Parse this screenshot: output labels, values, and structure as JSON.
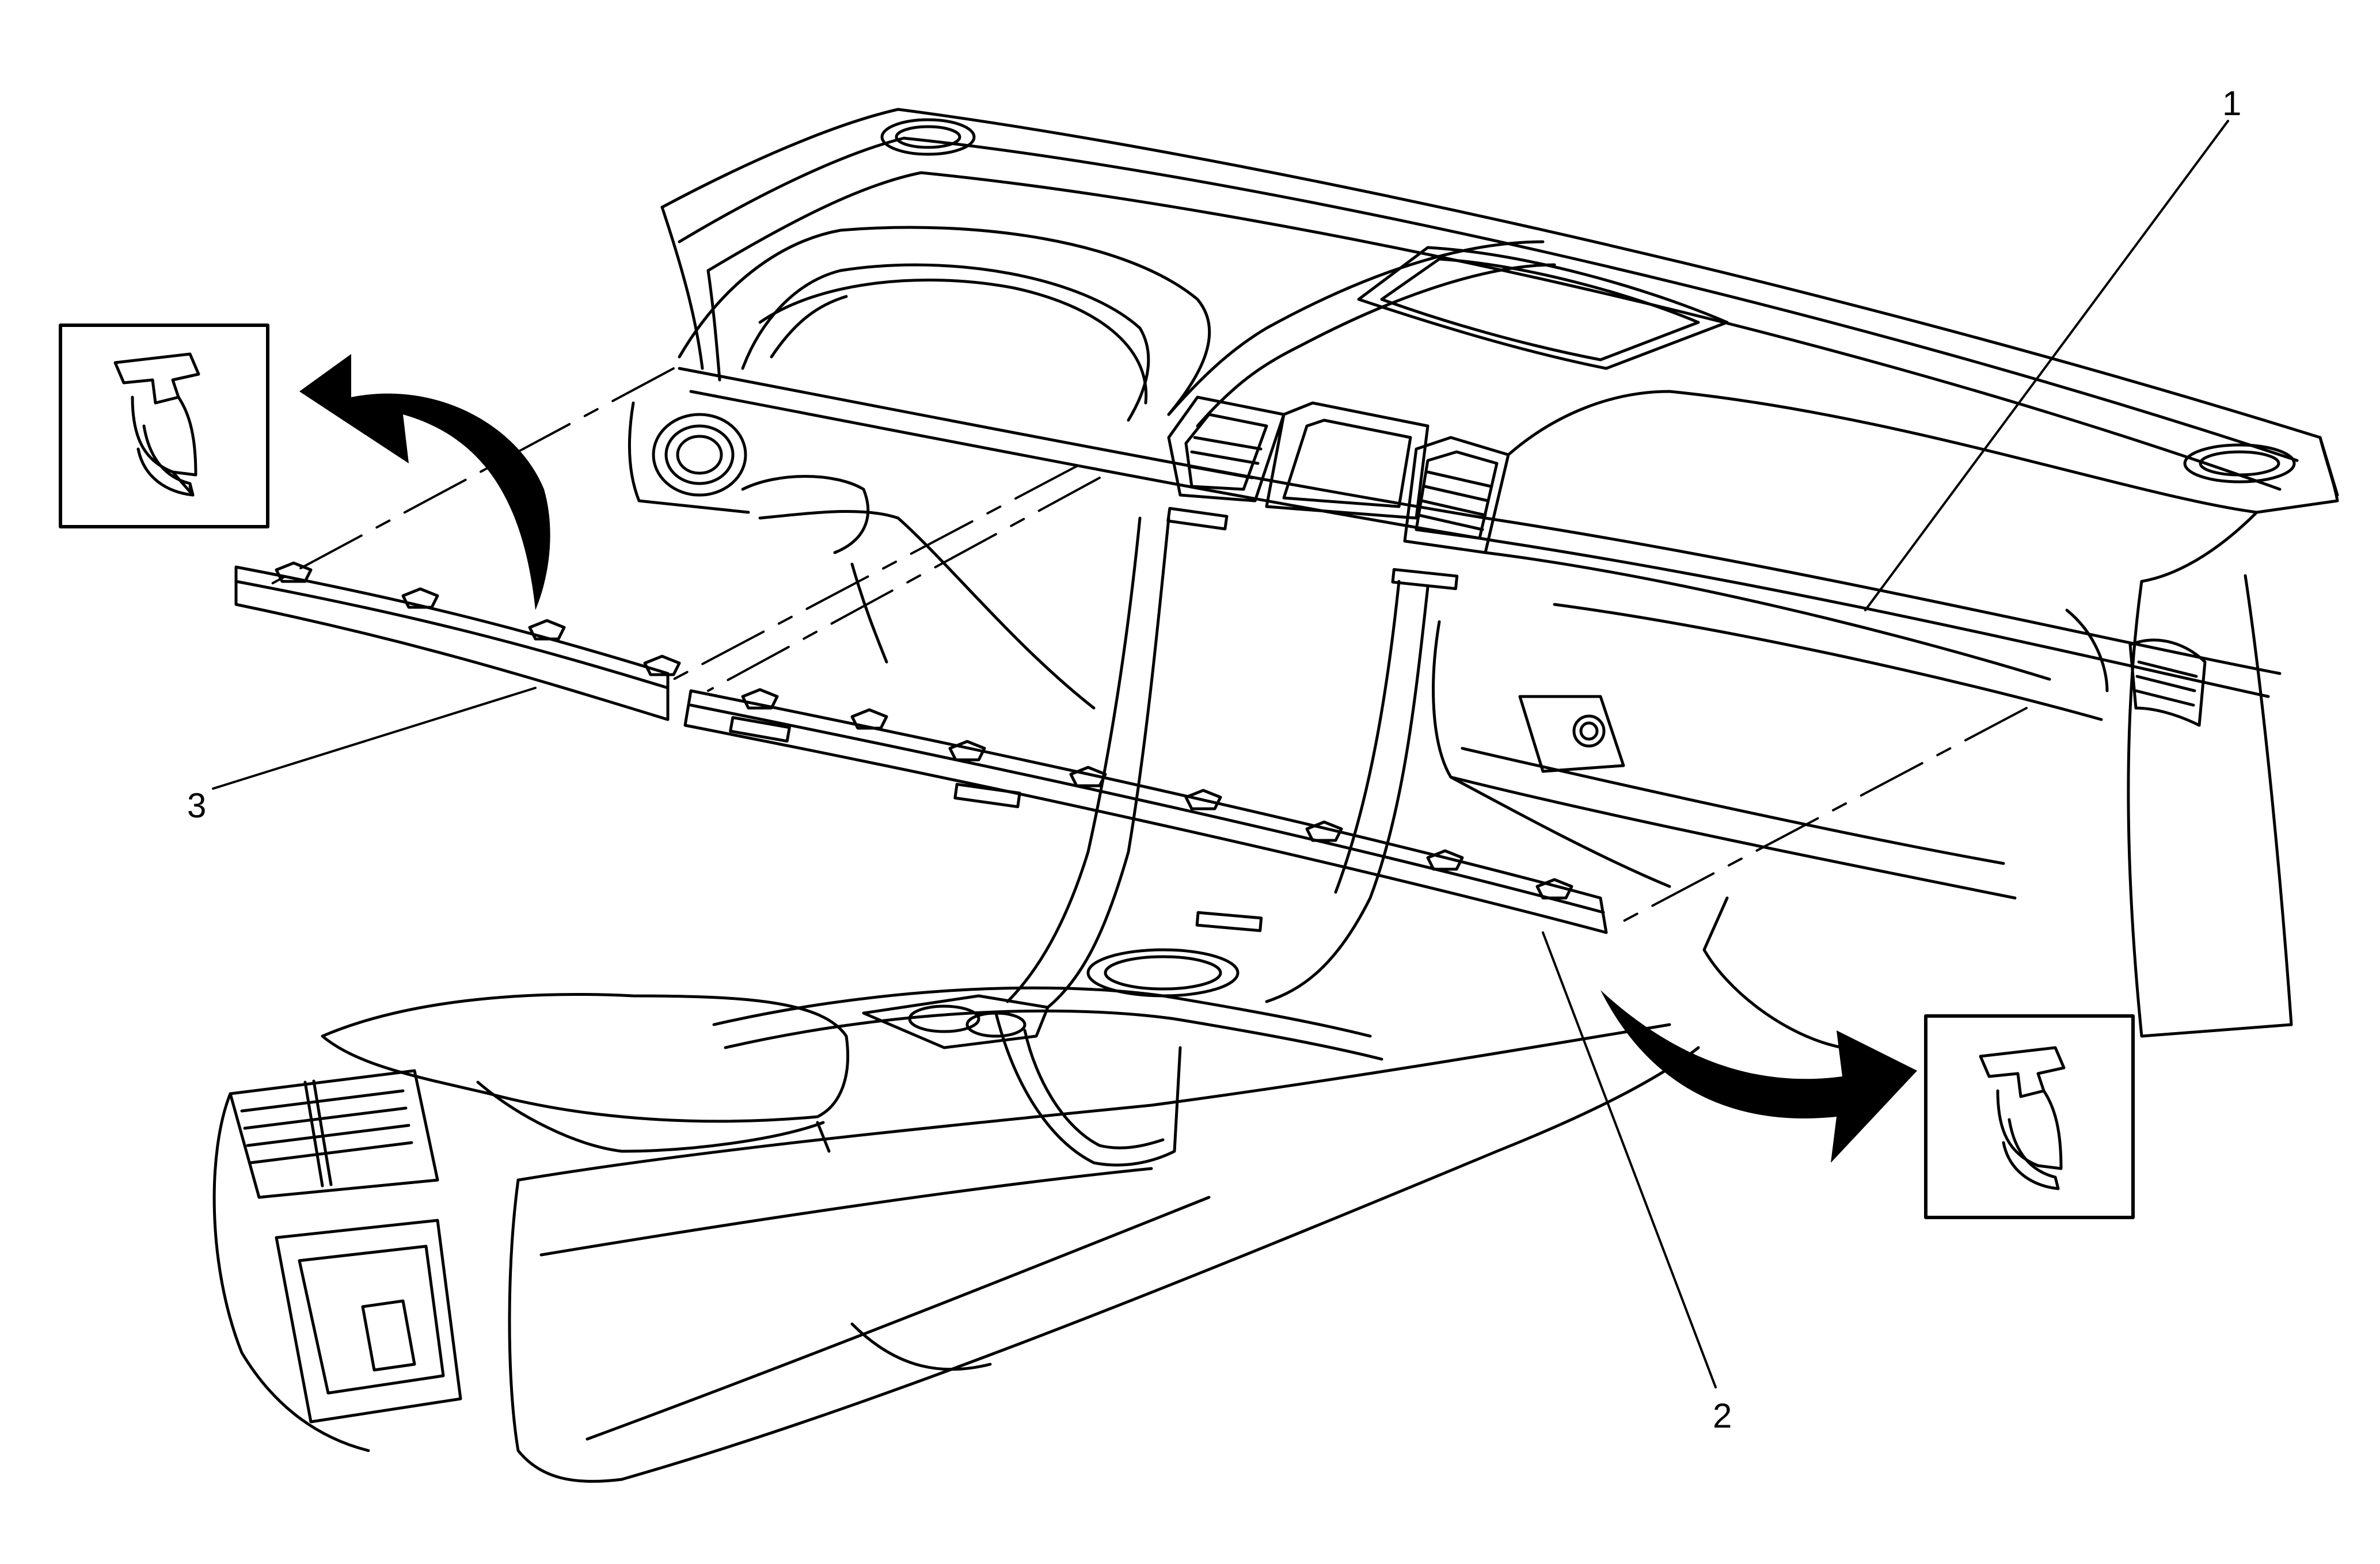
{
  "callouts": {
    "instrument_panel": "1",
    "right_trim_plate": "2",
    "left_trim_plate": "3"
  },
  "colors": {
    "line": "#000000",
    "background": "#ffffff"
  },
  "icons": {
    "left_detail": "retaining-clip-icon",
    "right_detail": "retaining-clip-icon"
  }
}
